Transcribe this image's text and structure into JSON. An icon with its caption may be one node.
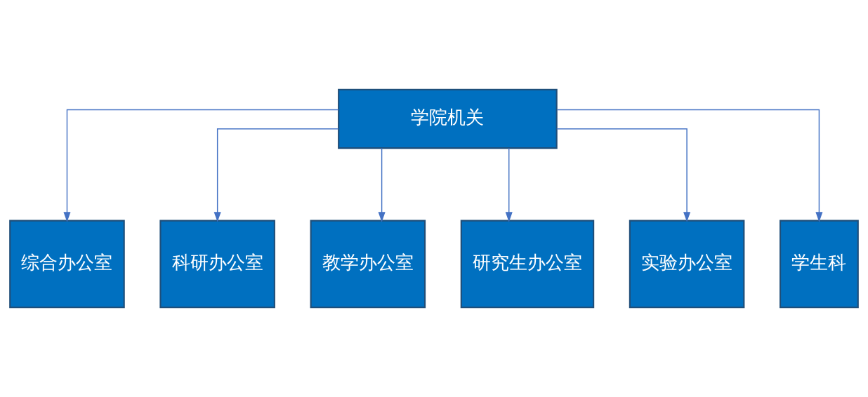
{
  "diagram": {
    "nodes": [
      {
        "text": [
          "学院机关"
        ]
      },
      {
        "text": [
          "综合办公室"
        ]
      },
      {
        "text": [
          "科研办公室"
        ]
      },
      {
        "text": [
          "教学办公室"
        ]
      },
      {
        "text": [
          "研究生办公室"
        ]
      },
      {
        "text": [
          "实验办公室"
        ]
      },
      {
        "text": [
          "学生科"
        ]
      }
    ],
    "edges": [
      {
        "from": 0,
        "to": 1,
        "arrow": "to"
      },
      {
        "from": 0,
        "to": 2,
        "arrow": "to"
      },
      {
        "from": 0,
        "to": 3,
        "arrow": "to"
      },
      {
        "from": 0,
        "to": 4,
        "arrow": "to"
      },
      {
        "from": 0,
        "to": 5,
        "arrow": "to"
      },
      {
        "from": 0,
        "to": 6,
        "arrow": "to"
      }
    ]
  }
}
